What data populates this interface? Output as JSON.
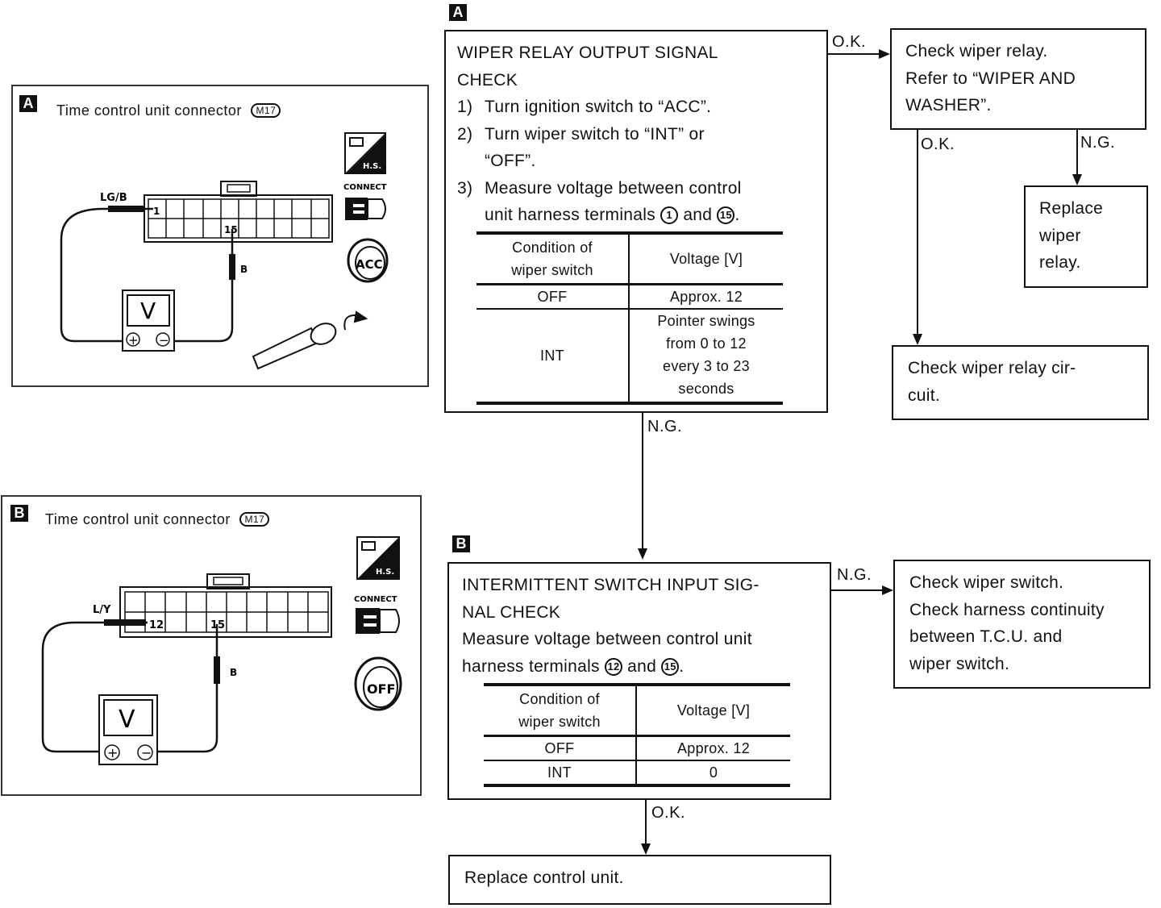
{
  "panelA": {
    "tag": "A",
    "title": "Time control unit connector",
    "connector_code": "M17",
    "wire_left": "LG/B",
    "wire_right": "B",
    "term_left": "1",
    "term_right": "15",
    "meter": "V",
    "plus": "+",
    "minus": "−",
    "hs": "H.S.",
    "connect": "CONNECT",
    "key": "ACC"
  },
  "panelB": {
    "tag": "B",
    "title": "Time control unit connector",
    "connector_code": "M17",
    "wire_left": "L/Y",
    "wire_right": "B",
    "term_left": "12",
    "term_right": "15",
    "meter": "V",
    "plus": "+",
    "minus": "−",
    "hs": "H.S.",
    "connect": "CONNECT",
    "key": "OFF"
  },
  "stepA": {
    "tag": "A",
    "title_line1": "WIPER RELAY OUTPUT SIGNAL",
    "title_line2": "CHECK",
    "s1_num": "1)",
    "s1": "Turn ignition switch to “ACC”.",
    "s2_num": "2)",
    "s2a": "Turn wiper switch to “INT” or",
    "s2b": "“OFF”.",
    "s3_num": "3)",
    "s3a": "Measure voltage between control",
    "s3b_pre": "unit harness terminals",
    "t1": "1",
    "s3b_and": "and",
    "t2": "15",
    "s3b_post": ".",
    "table": {
      "h1_line1": "Condition of",
      "h1_line2": "wiper switch",
      "h2": "Voltage [V]",
      "r1c1": "OFF",
      "r1c2": "Approx. 12",
      "r2c1": "INT",
      "r2c2_l1": "Pointer swings",
      "r2c2_l2": "from 0 to 12",
      "r2c2_l3": "every 3 to 23",
      "r2c2_l4": "seconds"
    }
  },
  "stepB": {
    "tag": "B",
    "title_line1": "INTERMITTENT SWITCH INPUT SIG-",
    "title_line2": "NAL CHECK",
    "l3": "Measure voltage between control unit",
    "l4_pre": "harness terminals",
    "t1": "12",
    "l4_and": "and",
    "t2": "15",
    "l4_post": ".",
    "table": {
      "h1_line1": "Condition of",
      "h1_line2": "wiper switch",
      "h2": "Voltage [V]",
      "r1c1": "OFF",
      "r1c2": "Approx. 12",
      "r2c1": "INT",
      "r2c2": "0"
    }
  },
  "relayCheck": {
    "l1": "Check wiper relay.",
    "l2": "Refer to “WIPER AND",
    "l3": "WASHER”."
  },
  "replaceRelay": {
    "l1": "Replace",
    "l2": "wiper",
    "l3": "relay."
  },
  "relayCircuit": {
    "l1": "Check wiper relay cir-",
    "l2": "cuit."
  },
  "switchCheck": {
    "l1": "Check wiper switch.",
    "l2": "Check harness continuity",
    "l3": "between T.C.U. and",
    "l4": "wiper switch."
  },
  "replaceUnit": {
    "l1": "Replace control unit."
  },
  "labels": {
    "ok1": "O.K.",
    "ok2": "O.K.",
    "ng1": "N.G.",
    "ng2": "N.G.",
    "ng3": "N.G.",
    "ok3": "O.K."
  }
}
